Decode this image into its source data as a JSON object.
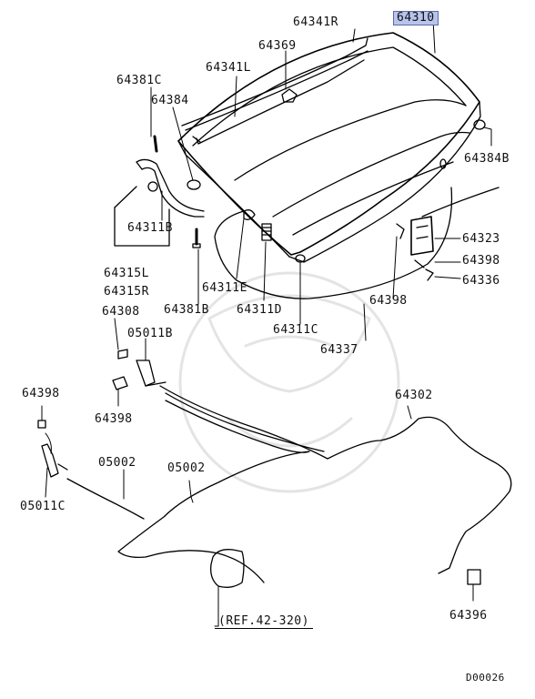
{
  "diagram": {
    "highlighted_part": "64310",
    "parts": [
      {
        "id": "64310"
      },
      {
        "id": "64341R"
      },
      {
        "id": "64369"
      },
      {
        "id": "64341L"
      },
      {
        "id": "64381C"
      },
      {
        "id": "64384"
      },
      {
        "id": "64384B"
      },
      {
        "id": "64311B"
      },
      {
        "id": "64315L"
      },
      {
        "id": "64315R"
      },
      {
        "id": "64381B"
      },
      {
        "id": "64311E"
      },
      {
        "id": "64311D"
      },
      {
        "id": "64311C"
      },
      {
        "id": "64323"
      },
      {
        "id": "64398"
      },
      {
        "id": "64336"
      },
      {
        "id": "64337"
      },
      {
        "id": "64308"
      },
      {
        "id": "05011B"
      },
      {
        "id": "64302"
      },
      {
        "id": "05002"
      },
      {
        "id": "05011C"
      },
      {
        "id": "64396"
      }
    ],
    "labels": {
      "p64310": "64310",
      "p64341R": "64341R",
      "p64369": "64369",
      "p64341L": "64341L",
      "p64381C": "64381C",
      "p64384": "64384",
      "p64384B": "64384B",
      "p64311B": "64311B",
      "p64315L": "64315L",
      "p64315R": "64315R",
      "p64381B": "64381B",
      "p64311E": "64311E",
      "p64311D": "64311D",
      "p64311C": "64311C",
      "p64323": "64323",
      "p64398a": "64398",
      "p64398b": "64398",
      "p64398c": "64398",
      "p64398d": "64398",
      "p64336": "64336",
      "p64337": "64337",
      "p64308": "64308",
      "p05011B": "05011B",
      "p64302": "64302",
      "p05002a": "05002",
      "p05002b": "05002",
      "p05011C": "05011C",
      "p64396": "64396",
      "reference": "(REF.42-320)",
      "drawing_code": "D00026"
    }
  }
}
